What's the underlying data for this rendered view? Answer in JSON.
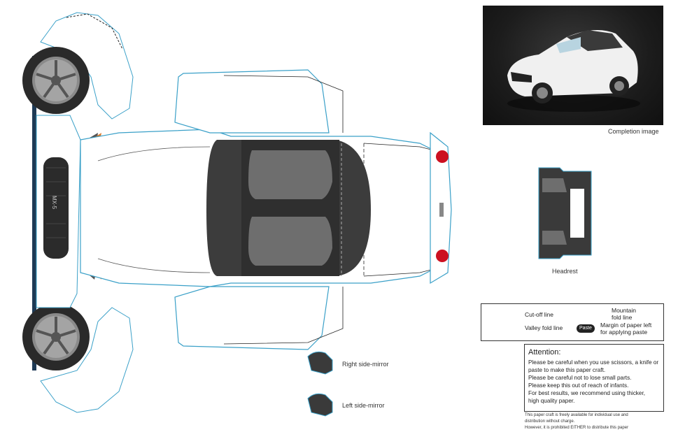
{
  "photo_caption": "Completion image",
  "parts": {
    "headrest": "Headrest",
    "right_mirror": "Right side-mirror",
    "left_mirror": "Left side-mirror",
    "badge": "MX-5"
  },
  "legend": {
    "cut": "Cut-off line",
    "mountain1": "Mountain",
    "mountain2": "fold line",
    "valley": "Valley fold line",
    "paste_badge": "Paste",
    "paste1": "Margin of paper left",
    "paste2": "for applying paste"
  },
  "attention": {
    "title": "Attention:",
    "lines": [
      "Please be careful when you use scissors, a knife or",
      "paste to make this paper craft.",
      "Please be careful not to lose small parts.",
      "Please keep this out of reach of infants.",
      "For best results, we recommend using thicker,",
      "high quality paper."
    ]
  },
  "fine_print": [
    "This paper craft is freely available for individual use and",
    "distribution without charge.",
    "However, it is prohibited EITHER to distribute this paper"
  ],
  "colors": {
    "cut_line": "#3aa0c8",
    "body_fill": "#ffffff",
    "top_fill": "#3a3a3a",
    "seat_fill": "#6a6a6a",
    "tire": "#2a2a2a",
    "rim": "#8a8a8a",
    "lamp_red": "#cc1020",
    "signal_orange": "#d9782a"
  }
}
